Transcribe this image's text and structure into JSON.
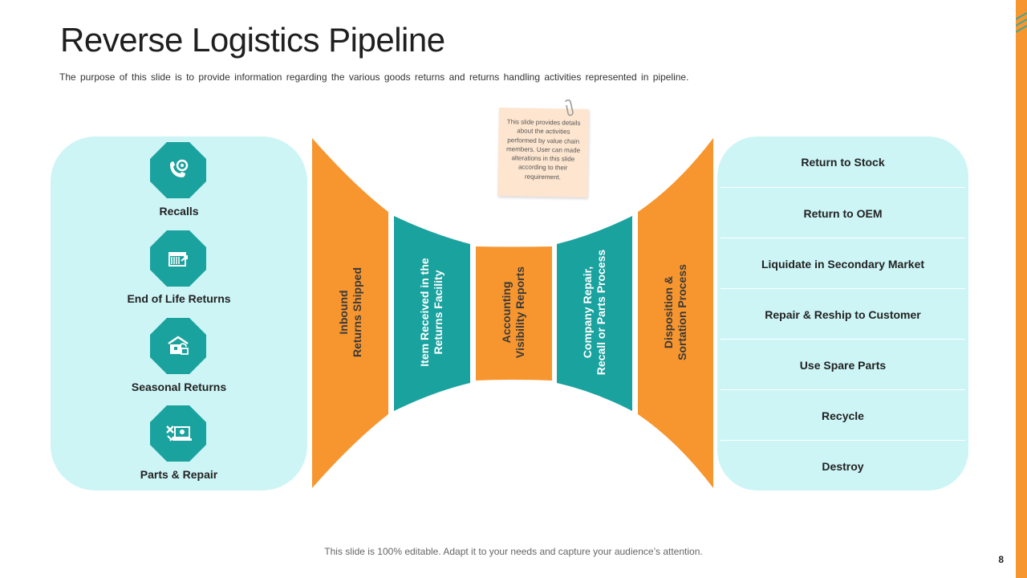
{
  "title": "Reverse Logistics Pipeline",
  "subtitle": "The purpose of this slide is to provide information regarding the various goods returns and returns handling activities represented in pipeline.",
  "footer": "This slide is 100% editable. Adapt it to your needs and capture your audience’s attention.",
  "page_number": "8",
  "colors": {
    "orange": "#f7962f",
    "teal": "#1aa29f",
    "panel": "#cdf5f6",
    "note": "#fde5cf"
  },
  "sources": [
    {
      "label": "Recalls",
      "icon": "phone-refresh-icon"
    },
    {
      "label": "End of Life Returns",
      "icon": "warehouse-return-icon"
    },
    {
      "label": "Seasonal Returns",
      "icon": "box-exchange-icon"
    },
    {
      "label": "Parts & Repair",
      "icon": "tools-laptop-icon"
    }
  ],
  "stages": [
    {
      "label": "Inbound\nReturns Shipped",
      "color": "orange"
    },
    {
      "label": "Item Received in the\nReturns Facility",
      "color": "teal"
    },
    {
      "label": "Accounting\nVisibility Reports",
      "color": "orange"
    },
    {
      "label": "Company Repair,\nRecall or Parts Process",
      "color": "teal"
    },
    {
      "label": "Disposition &\nSortation Process",
      "color": "orange"
    }
  ],
  "outcomes": [
    "Return to Stock",
    "Return to OEM",
    "Liquidate in Secondary Market",
    "Repair & Reship to Customer",
    "Use Spare Parts",
    "Recycle",
    "Destroy"
  ],
  "note": "This slide provides details about the activities performed by value chain members. User can made alterations in this slide according to their requirement."
}
